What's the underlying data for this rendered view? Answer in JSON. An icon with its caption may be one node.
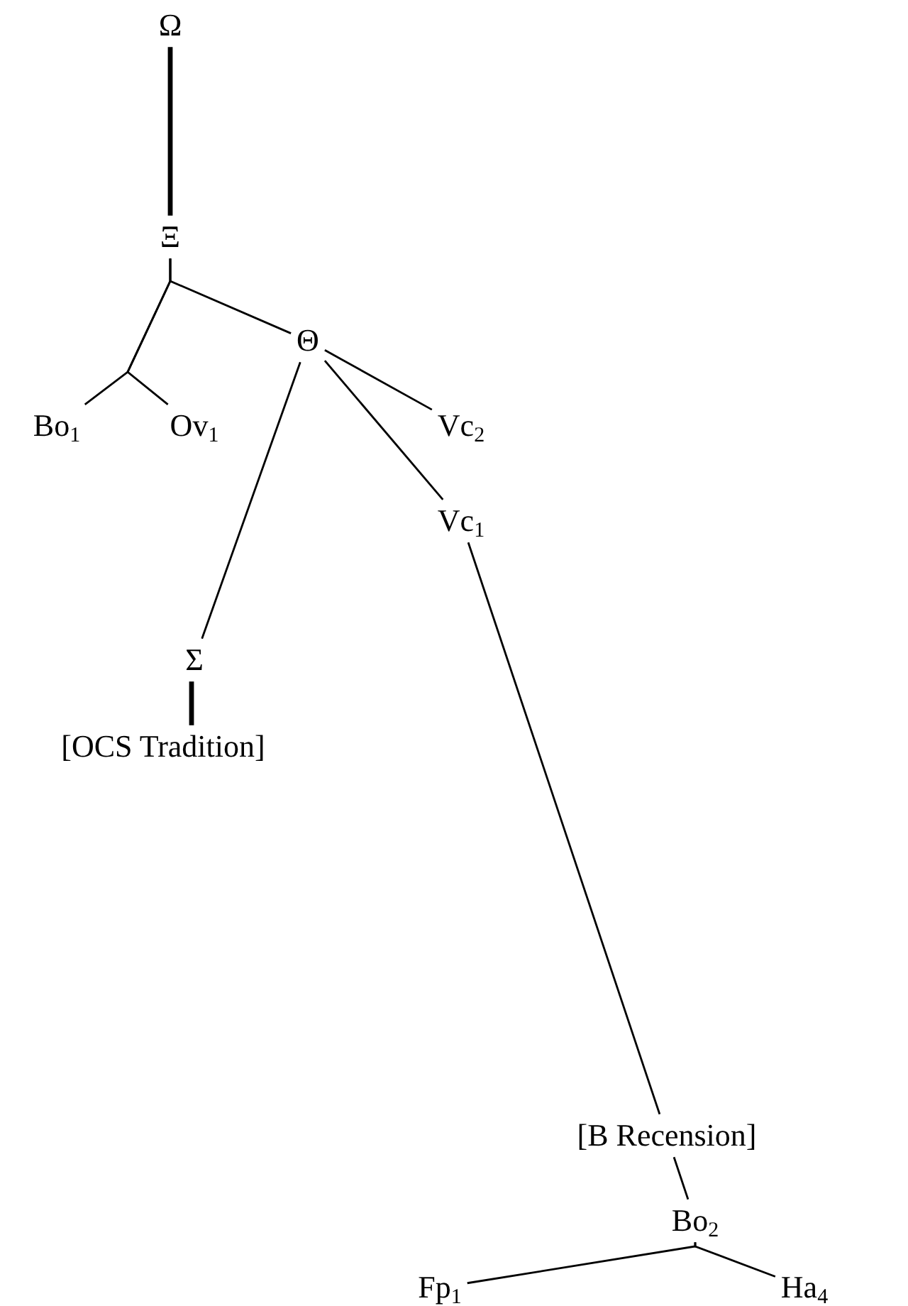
{
  "diagram": {
    "nodes": [
      {
        "text": [
          "Ω"
        ]
      },
      {
        "text": [
          "Ξ"
        ]
      },
      {
        "text": [
          "Θ"
        ]
      },
      {
        "text": [
          "Bo$_{1}$"
        ]
      },
      {
        "text": [
          "Ov$_{1}$"
        ]
      },
      {
        "text": [
          "Vc$_{2}$"
        ]
      },
      {
        "text": [
          "Vc$_{1}$"
        ]
      },
      {
        "text": [
          "Σ"
        ]
      },
      {
        "text": [
          "[OCS Tradition]"
        ]
      },
      {
        "text": [
          "[B Recension]"
        ]
      },
      {
        "text": [
          "Bo$_{2}$"
        ]
      },
      {
        "text": [
          "Fp$_{1}$"
        ]
      },
      {
        "text": [
          "Ha$_{4}$"
        ]
      }
    ],
    "edges": [
      {
        "from": 0,
        "to": 1,
        "arrow": "none",
        "style": "thick"
      },
      {
        "from": 1,
        "to": 2,
        "arrow": "none"
      },
      {
        "from": 1,
        "to": 3,
        "arrow": "none"
      },
      {
        "from": 1,
        "to": 4,
        "arrow": "none"
      },
      {
        "from": 2,
        "to": 5,
        "arrow": "none"
      },
      {
        "from": 2,
        "to": 6,
        "arrow": "none"
      },
      {
        "from": 2,
        "to": 7,
        "arrow": "none"
      },
      {
        "from": 7,
        "to": 8,
        "arrow": "none",
        "style": "thick"
      },
      {
        "from": 6,
        "to": 9,
        "arrow": "none"
      },
      {
        "from": 9,
        "to": 10,
        "arrow": "none"
      },
      {
        "from": 10,
        "to": 11,
        "arrow": "none"
      },
      {
        "from": 10,
        "to": 12,
        "arrow": "none"
      }
    ]
  }
}
